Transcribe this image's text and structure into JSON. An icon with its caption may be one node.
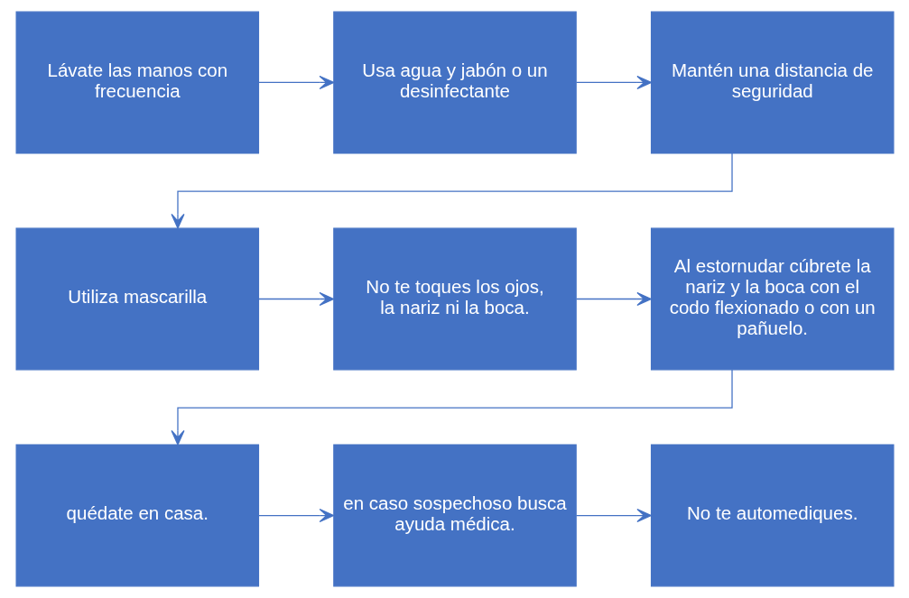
{
  "diagram": {
    "nodes": [
      {
        "text": [
          "Lávate las manos con frecuencia"
        ]
      },
      {
        "text": [
          "Usa agua y jabón o un desinfectante"
        ]
      },
      {
        "text": [
          "Mantén una distancia de seguridad"
        ]
      },
      {
        "text": [
          "Utiliza mascarilla"
        ]
      },
      {
        "text": [
          "No te toques los ojos, la nariz ni la boca."
        ]
      },
      {
        "text": [
          "Al estornudar cúbrete la nariz y la boca con el codo flexionado o con un pañuelo."
        ]
      },
      {
        "text": [
          "quédate en casa."
        ]
      },
      {
        "text": [
          "en caso sospechoso busca ayuda médica."
        ]
      },
      {
        "text": [
          "No te automediques."
        ]
      }
    ],
    "edges": [
      {
        "from": 0,
        "to": 1,
        "arrow": "to"
      },
      {
        "from": 1,
        "to": 2,
        "arrow": "to"
      },
      {
        "from": 2,
        "to": 3,
        "arrow": "to"
      },
      {
        "from": 3,
        "to": 4,
        "arrow": "to"
      },
      {
        "from": 4,
        "to": 5,
        "arrow": "to"
      },
      {
        "from": 5,
        "to": 6,
        "arrow": "to"
      },
      {
        "from": 6,
        "to": 7,
        "arrow": "to"
      },
      {
        "from": 7,
        "to": 8,
        "arrow": "to"
      }
    ]
  }
}
